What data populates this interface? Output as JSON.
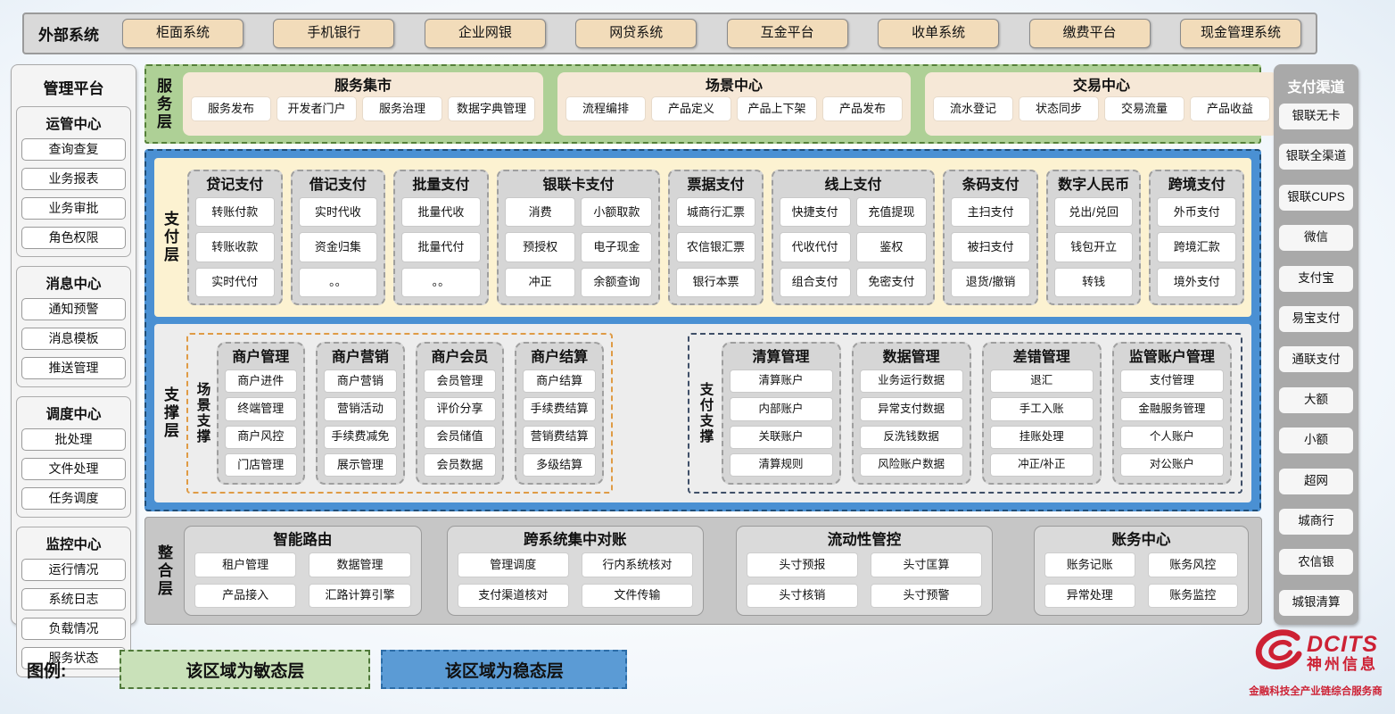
{
  "external_systems": {
    "label": "外部系统",
    "systems": [
      "柜面系统",
      "手机银行",
      "企业网银",
      "网贷系统",
      "互金平台",
      "收单系统",
      "缴费平台",
      "现金管理系统"
    ]
  },
  "management_platform": {
    "title": "管理平台",
    "sections": [
      {
        "title": "运管中心",
        "items": [
          "查询查复",
          "业务报表",
          "业务审批",
          "角色权限"
        ]
      },
      {
        "title": "消息中心",
        "items": [
          "通知预警",
          "消息模板",
          "推送管理"
        ]
      },
      {
        "title": "调度中心",
        "items": [
          "批处理",
          "文件处理",
          "任务调度"
        ]
      },
      {
        "title": "监控中心",
        "items": [
          "运行情况",
          "系统日志",
          "负载情况",
          "服务状态"
        ]
      }
    ]
  },
  "service_layer": {
    "label": "服务层",
    "groups": [
      {
        "title": "服务集市",
        "items": [
          "服务发布",
          "开发者门户",
          "服务治理",
          "数据字典管理"
        ]
      },
      {
        "title": "场景中心",
        "items": [
          "流程编排",
          "产品定义",
          "产品上下架",
          "产品发布"
        ]
      },
      {
        "title": "交易中心",
        "items": [
          "流水登记",
          "状态同步",
          "交易流量",
          "产品收益"
        ]
      }
    ]
  },
  "payment_layer": {
    "label": "支付层",
    "columns": [
      {
        "title": "贷记支付",
        "cols": 1,
        "items": [
          "转账付款",
          "转账收款",
          "实时代付"
        ]
      },
      {
        "title": "借记支付",
        "cols": 1,
        "items": [
          "实时代收",
          "资金归集",
          "。。"
        ]
      },
      {
        "title": "批量支付",
        "cols": 1,
        "items": [
          "批量代收",
          "批量代付",
          "。。"
        ]
      },
      {
        "title": "银联卡支付",
        "cols": 2,
        "items": [
          "消费",
          "小额取款",
          "预授权",
          "电子现金",
          "冲正",
          "余额查询"
        ]
      },
      {
        "title": "票据支付",
        "cols": 1,
        "items": [
          "城商行汇票",
          "农信银汇票",
          "银行本票"
        ]
      },
      {
        "title": "线上支付",
        "cols": 2,
        "items": [
          "快捷支付",
          "充值提现",
          "代收代付",
          "鉴权",
          "组合支付",
          "免密支付"
        ]
      },
      {
        "title": "条码支付",
        "cols": 1,
        "items": [
          "主扫支付",
          "被扫支付",
          "退货/撤销"
        ]
      },
      {
        "title": "数字人民币",
        "cols": 1,
        "items": [
          "兑出/兑回",
          "钱包开立",
          "转钱"
        ]
      },
      {
        "title": "跨境支付",
        "cols": 1,
        "items": [
          "外币支付",
          "跨境汇款",
          "境外支付"
        ]
      }
    ]
  },
  "support_layer": {
    "label": "支撑层",
    "scene_support": {
      "label": "场景支撑",
      "columns": [
        {
          "title": "商户管理",
          "cols": 1,
          "items": [
            "商户进件",
            "终端管理",
            "商户风控",
            "门店管理"
          ]
        },
        {
          "title": "商户营销",
          "cols": 1,
          "items": [
            "商户营销",
            "营销活动",
            "手续费减免",
            "展示管理"
          ]
        },
        {
          "title": "商户会员",
          "cols": 1,
          "items": [
            "会员管理",
            "评价分享",
            "会员储值",
            "会员数据"
          ]
        },
        {
          "title": "商户结算",
          "cols": 1,
          "items": [
            "商户结算",
            "手续费结算",
            "营销费结算",
            "多级结算"
          ]
        }
      ]
    },
    "payment_support": {
      "label": "支付支撑",
      "columns": [
        {
          "title": "清算管理",
          "cols": 1,
          "items": [
            "清算账户",
            "内部账户",
            "关联账户",
            "清算规则"
          ]
        },
        {
          "title": "数据管理",
          "cols": 1,
          "items": [
            "业务运行数据",
            "异常支付数据",
            "反洗钱数据",
            "风险账户数据"
          ]
        },
        {
          "title": "差错管理",
          "cols": 1,
          "items": [
            "退汇",
            "手工入账",
            "挂账处理",
            "冲正/补正"
          ]
        },
        {
          "title": "监管账户管理",
          "cols": 1,
          "items": [
            "支付管理",
            "金融服务管理",
            "个人账户",
            "对公账户"
          ]
        }
      ]
    }
  },
  "integration_layer": {
    "label": "整合层",
    "groups": [
      {
        "title": "智能路由",
        "items": [
          "租户管理",
          "数据管理",
          "产品接入",
          "汇路计算引擎"
        ]
      },
      {
        "title": "跨系统集中对账",
        "items": [
          "管理调度",
          "行内系统核对",
          "支付渠道核对",
          "文件传输"
        ]
      },
      {
        "title": "流动性管控",
        "items": [
          "头寸预报",
          "头寸匡算",
          "头寸核销",
          "头寸预警"
        ]
      },
      {
        "title": "账务中心",
        "items": [
          "账务记账",
          "账务风控",
          "异常处理",
          "账务监控"
        ]
      }
    ]
  },
  "payment_channels": {
    "title": "支付渠道",
    "items": [
      "银联无卡",
      "银联全渠道",
      "银联CUPS",
      "微信",
      "支付宝",
      "易宝支付",
      "通联支付",
      "大额",
      "小额",
      "超网",
      "城商行",
      "农信银",
      "城银清算"
    ]
  },
  "legend": {
    "label": "图例:",
    "agile": "该区域为敏态层",
    "stable": "该区域为稳态层"
  },
  "logo": {
    "brand": "DCITS",
    "company": "神州信息",
    "tagline": "金融科技全产业链综合服务商"
  },
  "colors": {
    "agile_green": "#aed096",
    "stable_blue": "#4a90d3",
    "panel_cream": "#f6e8d7",
    "button_wheat": "#f2dcba",
    "brand_red": "#cd2134"
  }
}
